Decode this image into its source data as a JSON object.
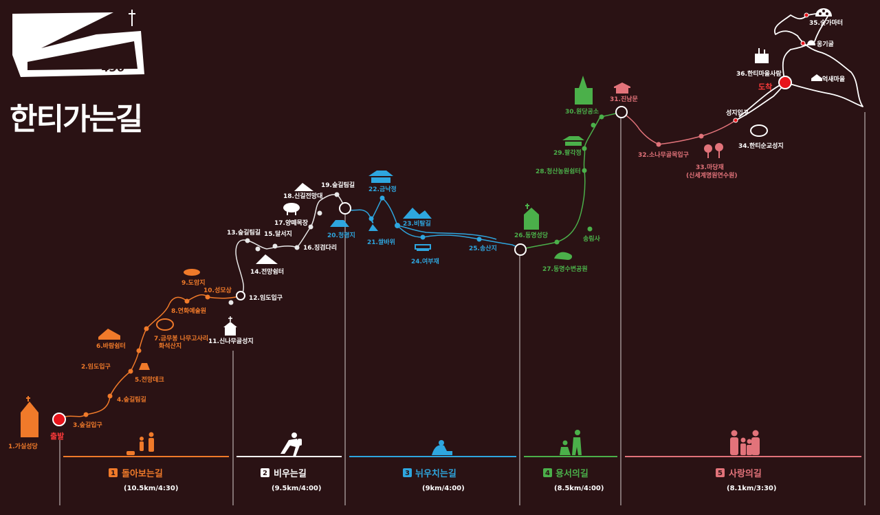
{
  "logo": {
    "badge": "456",
    "title": "한티가는길"
  },
  "colors": {
    "bg": "#2a1214",
    "section1": "#f07a2a",
    "section2": "#ffffff",
    "section3": "#2ea6df",
    "section4": "#4bb04a",
    "section5": "#e2737a",
    "marker": "#e8141b"
  },
  "markers": {
    "start": "출발",
    "end": "도착"
  },
  "sections": [
    {
      "num": "1",
      "name": "돌아보는길",
      "dist": "(10.5km/4:30)"
    },
    {
      "num": "2",
      "name": "비우는길",
      "dist": "(9.5km/4:00)"
    },
    {
      "num": "3",
      "name": "뉘우치는길",
      "dist": "(9km/4:00)"
    },
    {
      "num": "4",
      "name": "용서의길",
      "dist": "(8.5km/4:00)"
    },
    {
      "num": "5",
      "name": "사랑의길",
      "dist": "(8.1km/3:30)"
    }
  ],
  "stops": {
    "s1": "1.가실성당",
    "s2": "2.임도입구",
    "s3": "3.숲길입구",
    "s4": "4.숲길팀길",
    "s5": "5.전망데크",
    "s6": "6.바람쉼터",
    "s7": "7.금무봉 나무고사리",
    "s7b": "화석산지",
    "s8": "8.연화예술원",
    "s9": "9.도암지",
    "s10": "10.성모상",
    "s11": "11.신나무골성지",
    "s12": "12.임도입구",
    "s13": "13.숲길팀길",
    "s14": "14.전망쉼터",
    "s15": "15.달서지",
    "s16": "16.징검다리",
    "s17": "17.양떼목장",
    "s18": "18.신길전망대",
    "s19": "19.숲길팀길",
    "s20": "20.청평지",
    "s21": "21.쌀바위",
    "s22": "22.금낙정",
    "s23": "23.비탈길",
    "s24": "24.여부재",
    "s25": "25.송산지",
    "s26": "26.동명성당",
    "s27": "27.동명수변공원",
    "s28": "28.청산농원쉼터",
    "s29": "29.팔각정",
    "s30": "30.원당공소",
    "songrimsa": "송림사",
    "s31": "31.진남문",
    "s32": "32.소나무골목입구",
    "s33": "33.마당재",
    "s33b": "(신세계명원연수원)",
    "s34": "34.한티순교성지",
    "s35": "35.숯가마터",
    "s36": "36.한티마을사람",
    "ongigul": "옹기굴",
    "eoksaemaeul": "억새마을",
    "seongjiipgu": "성지입구"
  }
}
